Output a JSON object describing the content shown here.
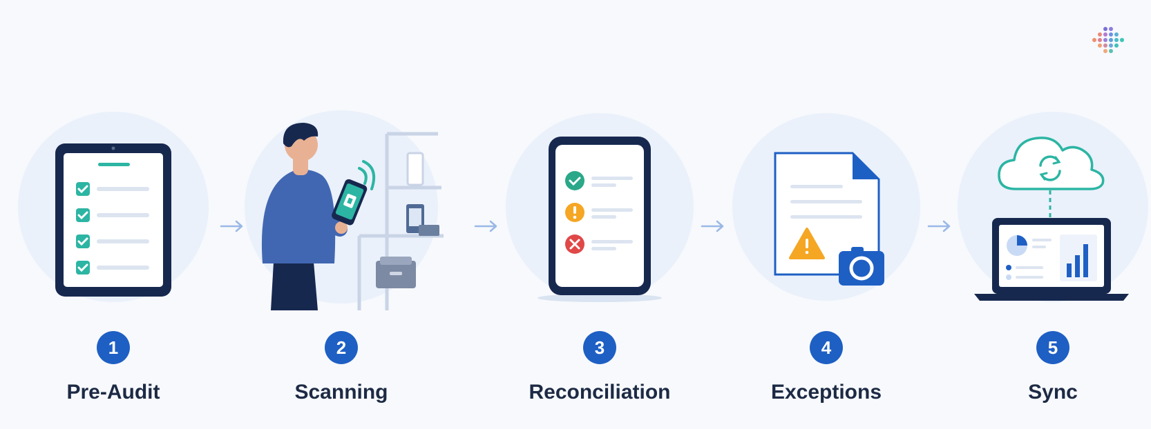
{
  "colors": {
    "navy": "#17284f",
    "primary": "#1e5fc4",
    "teal": "#2cb5a3",
    "warning": "#f5a623",
    "error": "#e04848",
    "success": "#2aa889",
    "circle_bg": "#eaf1fb"
  },
  "logo": {
    "icon": "dotted-diamond-logo"
  },
  "steps": [
    {
      "number": "1",
      "label": "Pre-Audit",
      "icon": "tablet-checklist-icon"
    },
    {
      "number": "2",
      "label": "Scanning",
      "icon": "worker-scanning-shelves-icon"
    },
    {
      "number": "3",
      "label": "Reconciliation",
      "icon": "phone-status-list-icon"
    },
    {
      "number": "4",
      "label": "Exceptions",
      "icon": "document-warning-camera-icon"
    },
    {
      "number": "5",
      "label": "Sync",
      "icon": "cloud-laptop-sync-icon"
    }
  ]
}
